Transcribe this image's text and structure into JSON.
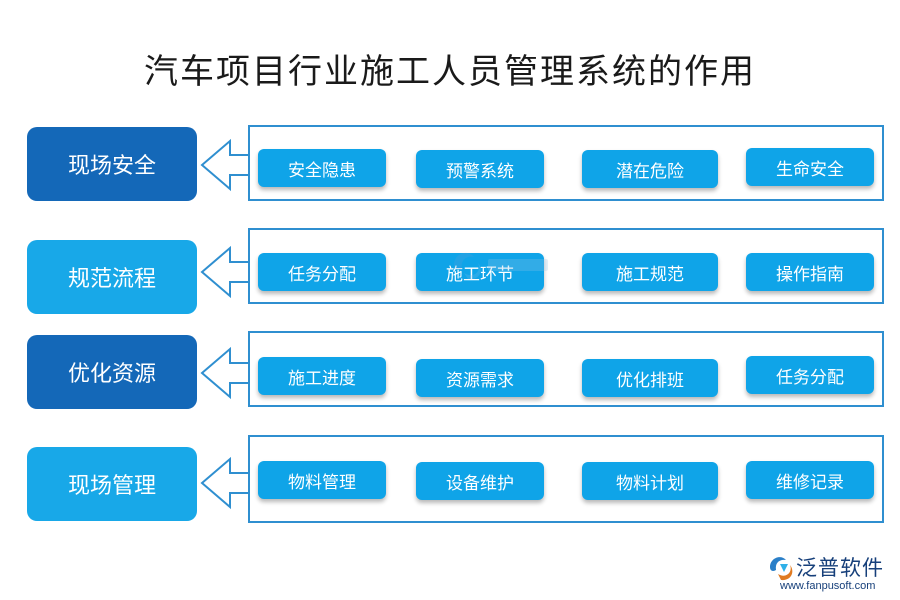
{
  "title": "汽车项目行业施工人员管理系统的作用",
  "colors": {
    "category_dark": "#1468b8",
    "category_light": "#18a8e8",
    "chip": "#0fa4e8",
    "panel_border": "#2f8fd0",
    "arrow_border": "#2f8fd0"
  },
  "rows": [
    {
      "category": "现场安全",
      "style": "dark",
      "items": [
        "安全隐患",
        "预警系统",
        "潜在危险",
        "生命安全"
      ]
    },
    {
      "category": "规范流程",
      "style": "light",
      "items": [
        "任务分配",
        "施工环节",
        "施工规范",
        "操作指南"
      ]
    },
    {
      "category": "优化资源",
      "style": "dark",
      "items": [
        "施工进度",
        "资源需求",
        "优化排班",
        "任务分配"
      ]
    },
    {
      "category": "现场管理",
      "style": "light",
      "items": [
        "物料管理",
        "设备维护",
        "物料计划",
        "维修记录"
      ]
    }
  ],
  "logo": {
    "name": "泛普软件",
    "url": "www.fanpusoft.com",
    "icon": "fanpu-logo-icon"
  }
}
